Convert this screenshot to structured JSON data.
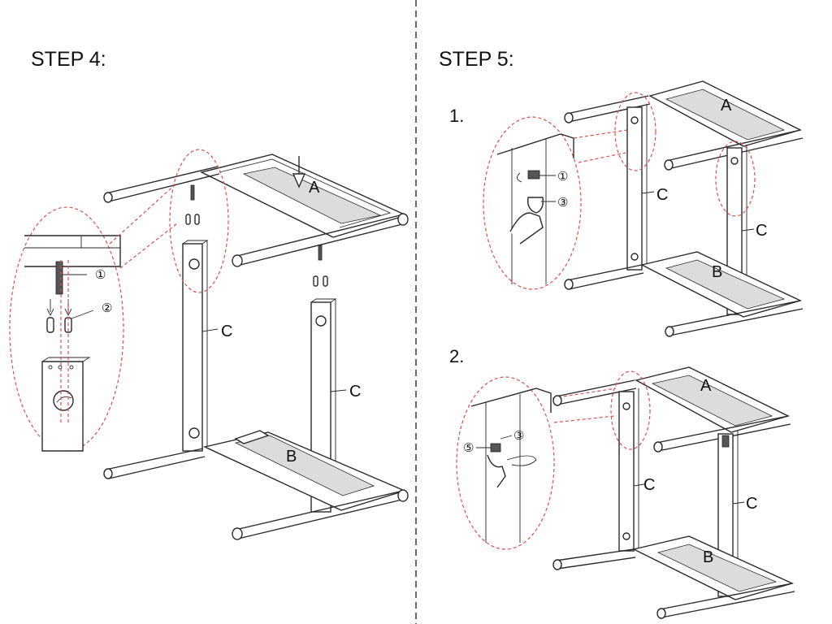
{
  "step4": {
    "title": "STEP 4:",
    "labels": {
      "top_panel": "A",
      "bottom_panel": "B",
      "leg_left": "C",
      "leg_right": "C"
    },
    "callouts": [
      "①",
      "②"
    ]
  },
  "step5": {
    "title": "STEP 5:",
    "sub1": {
      "number": "1.",
      "labels": {
        "top_panel": "A",
        "bottom_panel": "B",
        "leg_left": "C",
        "leg_right": "C"
      },
      "callouts": [
        "①",
        "③"
      ]
    },
    "sub2": {
      "number": "2.",
      "labels": {
        "top_panel": "A",
        "bottom_panel": "B",
        "leg_left": "C",
        "leg_right": "C"
      },
      "callouts": [
        "③",
        "⑤"
      ]
    }
  },
  "colors": {
    "detail_circle": "#d9534f",
    "linework": "#2a2a2a",
    "divider": "#444444"
  }
}
